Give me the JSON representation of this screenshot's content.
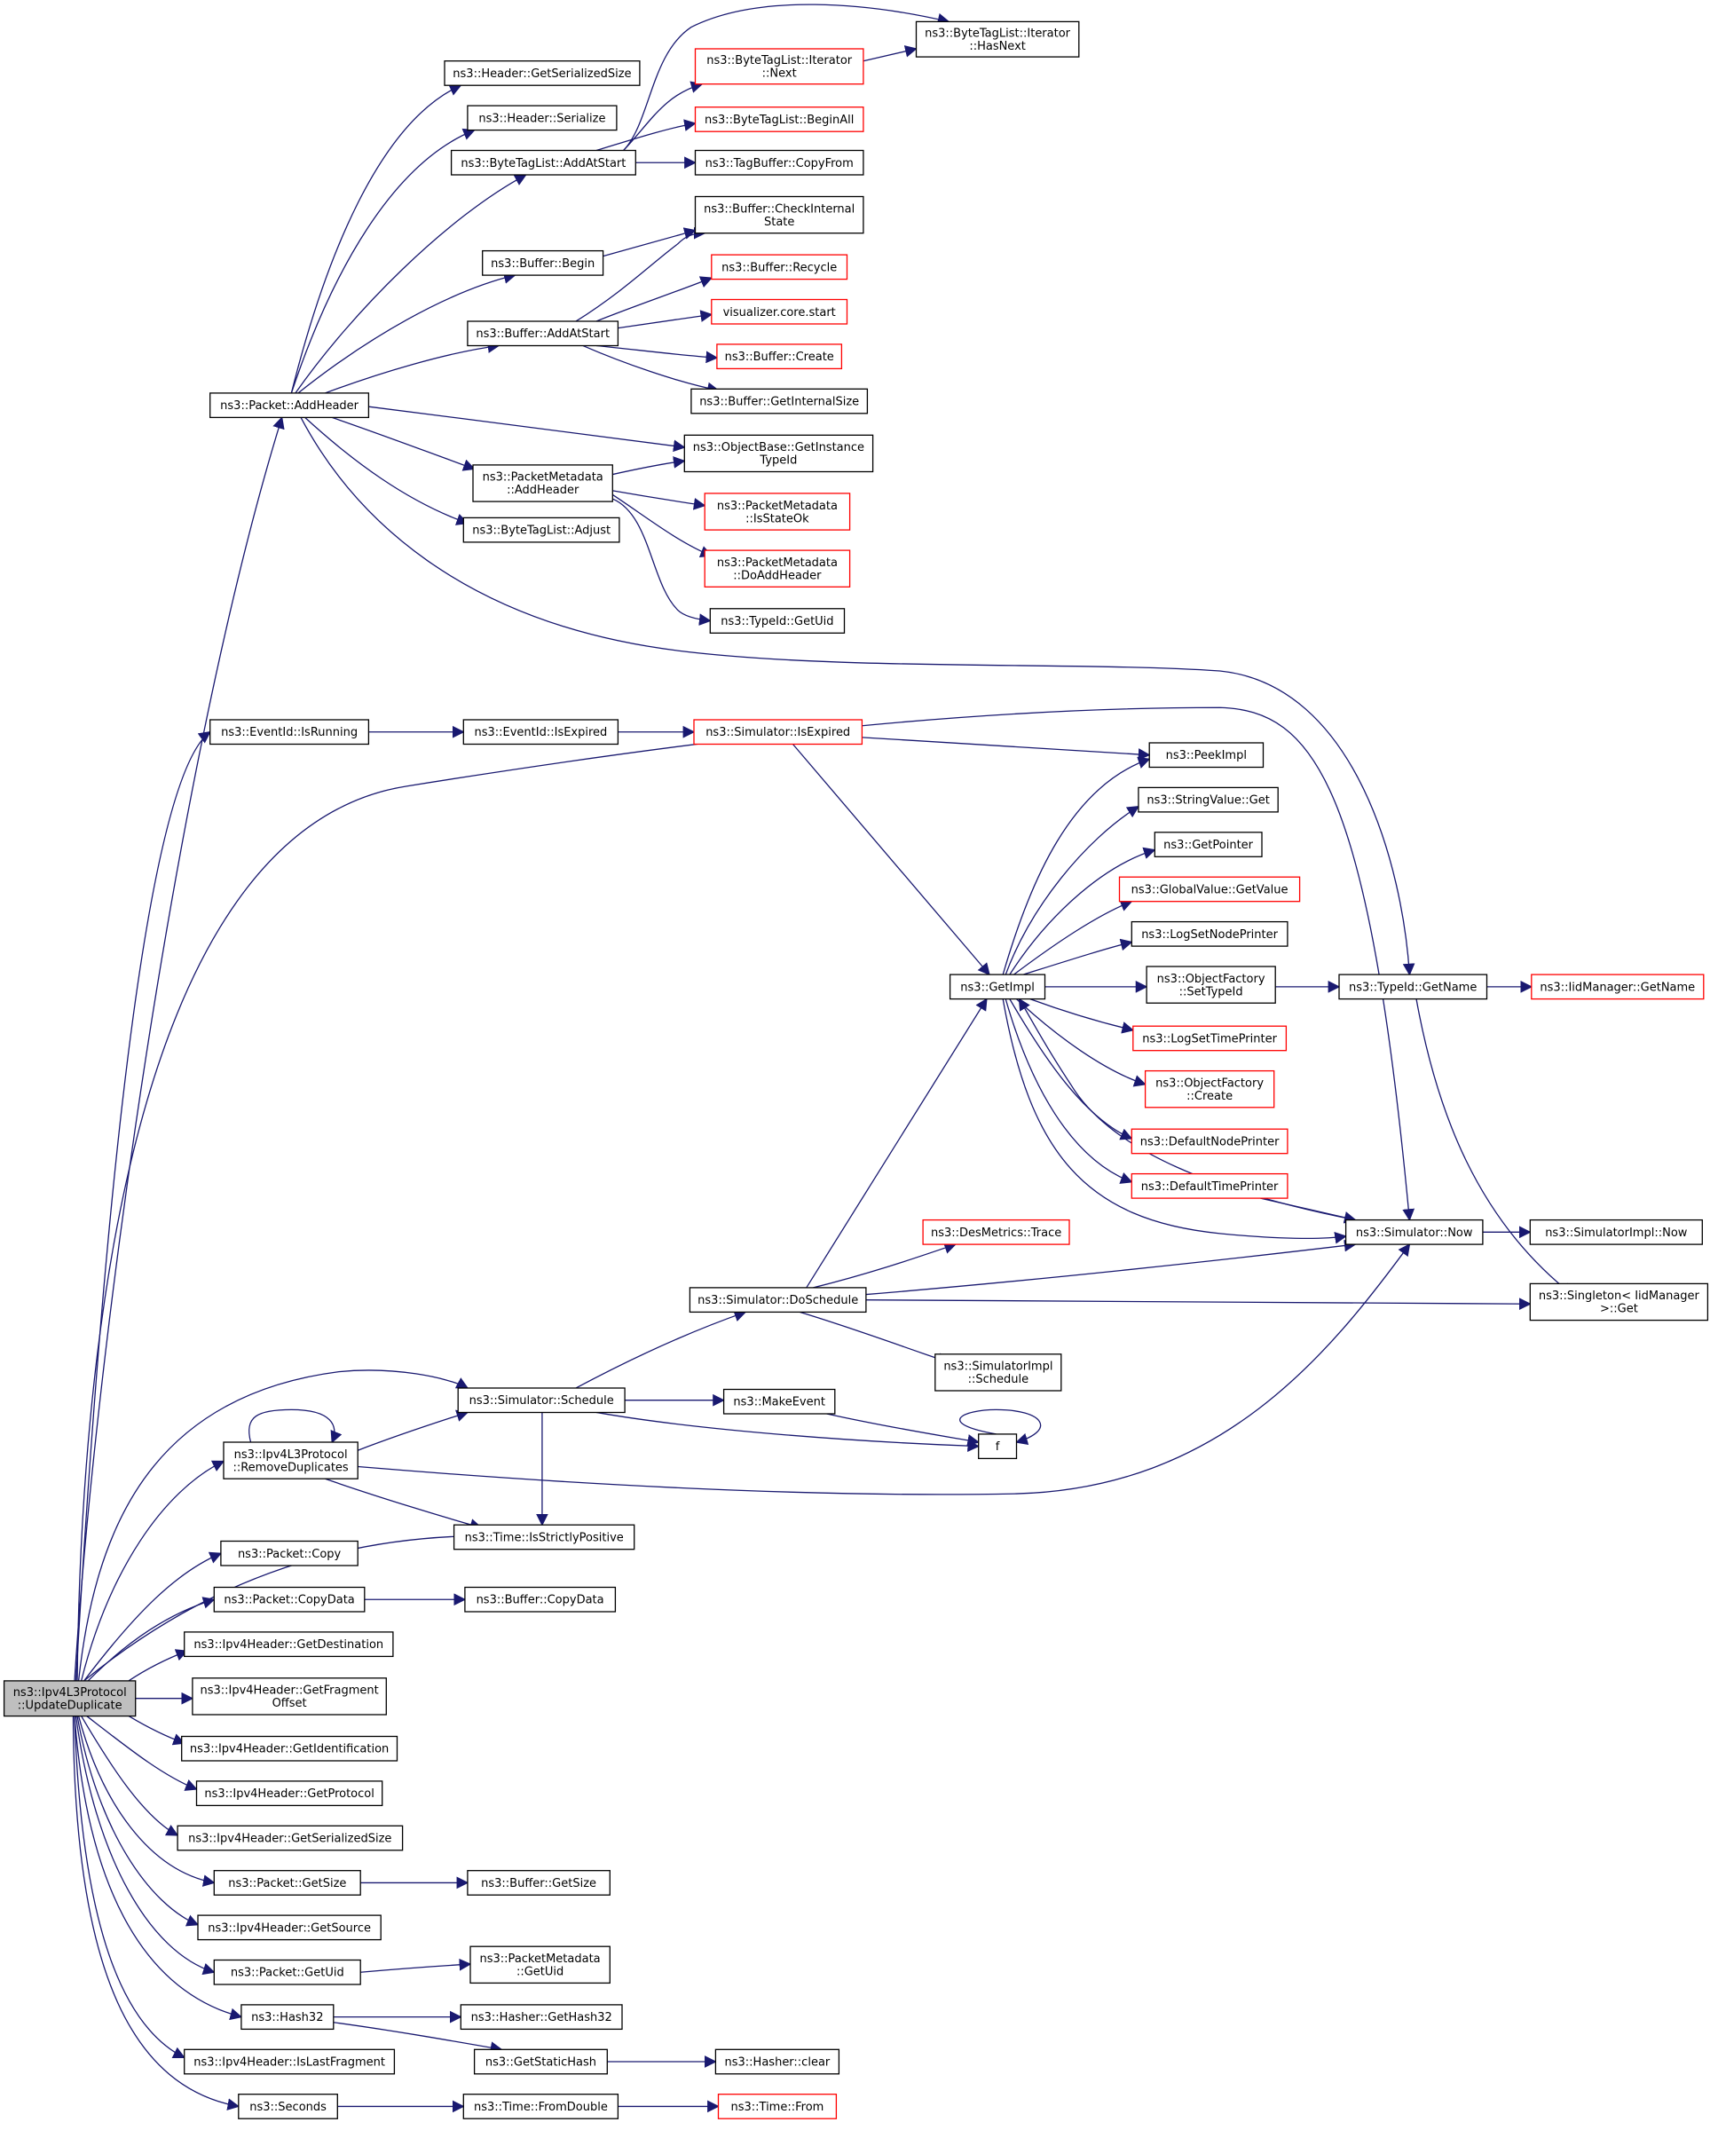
{
  "diagram": {
    "title": "Call graph",
    "nodes": {
      "root": "ns3::Ipv4L3Protocol\n::UpdateDuplicate",
      "hdr_getsersize": "ns3::Header::GetSerializedSize",
      "hdr_serialize": "ns3::Header::Serialize",
      "btl_addatstart": "ns3::ByteTagList::AddAtStart",
      "btl_it_next": "ns3::ByteTagList::Iterator\n::Next",
      "btl_it_hasnext": "ns3::ByteTagList::Iterator\n::HasNext",
      "btl_beginall": "ns3::ByteTagList::BeginAll",
      "tagbuffer_copyfrom": "ns3::TagBuffer::CopyFrom",
      "buf_checkinternal": "ns3::Buffer::CheckInternal\nState",
      "buf_begin": "ns3::Buffer::Begin",
      "buf_recycle": "ns3::Buffer::Recycle",
      "buf_addatstart": "ns3::Buffer::AddAtStart",
      "viz_start": "visualizer.core.start",
      "buf_create": "ns3::Buffer::Create",
      "buf_getinternalsize": "ns3::Buffer::GetInternalSize",
      "pkt_addheader": "ns3::Packet::AddHeader",
      "objbase_getinstance": "ns3::ObjectBase::GetInstance\nTypeId",
      "pm_addheader": "ns3::PacketMetadata\n::AddHeader",
      "pm_isstateok": "ns3::PacketMetadata\n::IsStateOk",
      "pm_doaddheader": "ns3::PacketMetadata\n::DoAddHeader",
      "btl_adjust": "ns3::ByteTagList::Adjust",
      "typeid_getuid": "ns3::TypeId::GetUid",
      "eid_isrunning": "ns3::EventId::IsRunning",
      "eid_isexpired": "ns3::EventId::IsExpired",
      "sim_isexpired": "ns3::Simulator::IsExpired",
      "peekimpl": "ns3::PeekImpl",
      "stringvalue_get": "ns3::StringValue::Get",
      "getpointer": "ns3::GetPointer",
      "gv_getvalue": "ns3::GlobalValue::GetValue",
      "logsetnodeprinter": "ns3::LogSetNodePrinter",
      "getimpl": "ns3::GetImpl",
      "of_settypeid": "ns3::ObjectFactory\n::SetTypeId",
      "typeid_getname": "ns3::TypeId::GetName",
      "iidmgr_getname": "ns3::IidManager::GetName",
      "logsettimeprinter": "ns3::LogSetTimePrinter",
      "of_create": "ns3::ObjectFactory\n::Create",
      "defaultnodeprinter": "ns3::DefaultNodePrinter",
      "defaulttimeprinter": "ns3::DefaultTimePrinter",
      "desmetrics_trace": "ns3::DesMetrics::Trace",
      "sim_now": "ns3::Simulator::Now",
      "simimpl_now": "ns3::SimulatorImpl::Now",
      "sim_doschedule": "ns3::Simulator::DoSchedule",
      "singleton_get": "ns3::Singleton< IidManager\n>::Get",
      "simimpl_schedule": "ns3::SimulatorImpl\n::Schedule",
      "sim_schedule": "ns3::Simulator::Schedule",
      "makeevent": "ns3::MakeEvent",
      "removeduplicates": "ns3::Ipv4L3Protocol\n::RemoveDuplicates",
      "f": "f",
      "time_isstrictlypositive": "ns3::Time::IsStrictlyPositive",
      "pkt_copy": "ns3::Packet::Copy",
      "pkt_copydata": "ns3::Packet::CopyData",
      "buf_copydata": "ns3::Buffer::CopyData",
      "ipv4h_getdestination": "ns3::Ipv4Header::GetDestination",
      "ipv4h_getfragoffset": "ns3::Ipv4Header::GetFragment\nOffset",
      "ipv4h_getident": "ns3::Ipv4Header::GetIdentification",
      "ipv4h_getprotocol": "ns3::Ipv4Header::GetProtocol",
      "ipv4h_getsersize": "ns3::Ipv4Header::GetSerializedSize",
      "pkt_getsize": "ns3::Packet::GetSize",
      "buf_getsize": "ns3::Buffer::GetSize",
      "ipv4h_getsource": "ns3::Ipv4Header::GetSource",
      "pkt_getuid": "ns3::Packet::GetUid",
      "pm_getuid": "ns3::PacketMetadata\n::GetUid",
      "hash32": "ns3::Hash32",
      "hasher_gethash32": "ns3::Hasher::GetHash32",
      "ipv4h_islastfrag": "ns3::Ipv4Header::IsLastFragment",
      "getstatichash": "ns3::GetStaticHash",
      "hasher_clear": "ns3::Hasher::clear",
      "seconds": "ns3::Seconds",
      "time_fromdouble": "ns3::Time::FromDouble",
      "time_from": "ns3::Time::From"
    },
    "edges": [
      [
        "root",
        "pkt_addheader"
      ],
      [
        "root",
        "eid_isrunning"
      ],
      [
        "root",
        "sim_now"
      ],
      [
        "root",
        "sim_schedule"
      ],
      [
        "root",
        "removeduplicates"
      ],
      [
        "root",
        "time_isstrictlypositive"
      ],
      [
        "root",
        "pkt_copy"
      ],
      [
        "root",
        "pkt_copydata"
      ],
      [
        "root",
        "ipv4h_getdestination"
      ],
      [
        "root",
        "ipv4h_getfragoffset"
      ],
      [
        "root",
        "ipv4h_getident"
      ],
      [
        "root",
        "ipv4h_getprotocol"
      ],
      [
        "root",
        "ipv4h_getsersize"
      ],
      [
        "root",
        "pkt_getsize"
      ],
      [
        "root",
        "ipv4h_getsource"
      ],
      [
        "root",
        "pkt_getuid"
      ],
      [
        "root",
        "hash32"
      ],
      [
        "root",
        "ipv4h_islastfrag"
      ],
      [
        "root",
        "seconds"
      ],
      [
        "pkt_addheader",
        "hdr_getsersize"
      ],
      [
        "pkt_addheader",
        "hdr_serialize"
      ],
      [
        "pkt_addheader",
        "btl_addatstart"
      ],
      [
        "pkt_addheader",
        "buf_begin"
      ],
      [
        "pkt_addheader",
        "buf_addatstart"
      ],
      [
        "pkt_addheader",
        "objbase_getinstance"
      ],
      [
        "pkt_addheader",
        "pm_addheader"
      ],
      [
        "pkt_addheader",
        "btl_adjust"
      ],
      [
        "pkt_addheader",
        "typeid_getname"
      ],
      [
        "btl_addatstart",
        "btl_it_hasnext"
      ],
      [
        "btl_addatstart",
        "btl_it_next"
      ],
      [
        "btl_addatstart",
        "btl_beginall"
      ],
      [
        "btl_addatstart",
        "tagbuffer_copyfrom"
      ],
      [
        "btl_it_next",
        "btl_it_hasnext"
      ],
      [
        "buf_begin",
        "buf_checkinternal"
      ],
      [
        "buf_addatstart",
        "buf_checkinternal"
      ],
      [
        "buf_addatstart",
        "buf_recycle"
      ],
      [
        "buf_addatstart",
        "viz_start"
      ],
      [
        "buf_addatstart",
        "buf_create"
      ],
      [
        "buf_addatstart",
        "buf_getinternalsize"
      ],
      [
        "pm_addheader",
        "objbase_getinstance"
      ],
      [
        "pm_addheader",
        "pm_isstateok"
      ],
      [
        "pm_addheader",
        "pm_doaddheader"
      ],
      [
        "pm_addheader",
        "typeid_getuid"
      ],
      [
        "eid_isrunning",
        "eid_isexpired"
      ],
      [
        "eid_isexpired",
        "sim_isexpired"
      ],
      [
        "sim_isexpired",
        "peekimpl"
      ],
      [
        "sim_isexpired",
        "getimpl"
      ],
      [
        "getimpl",
        "peekimpl"
      ],
      [
        "getimpl",
        "stringvalue_get"
      ],
      [
        "getimpl",
        "getpointer"
      ],
      [
        "getimpl",
        "gv_getvalue"
      ],
      [
        "getimpl",
        "logsetnodeprinter"
      ],
      [
        "getimpl",
        "of_settypeid"
      ],
      [
        "getimpl",
        "logsettimeprinter"
      ],
      [
        "getimpl",
        "of_create"
      ],
      [
        "getimpl",
        "defaultnodeprinter"
      ],
      [
        "getimpl",
        "defaulttimeprinter"
      ],
      [
        "getimpl",
        "sim_now"
      ],
      [
        "of_settypeid",
        "typeid_getname"
      ],
      [
        "typeid_getname",
        "iidmgr_getname"
      ],
      [
        "typeid_getname",
        "singleton_get"
      ],
      [
        "defaulttimeprinter",
        "sim_now"
      ],
      [
        "sim_now",
        "simimpl_now"
      ],
      [
        "sim_now",
        "getimpl"
      ],
      [
        "sim_doschedule",
        "getimpl"
      ],
      [
        "sim_doschedule",
        "desmetrics_trace"
      ],
      [
        "sim_doschedule",
        "sim_now"
      ],
      [
        "sim_doschedule",
        "singleton_get"
      ],
      [
        "sim_doschedule",
        "simimpl_schedule"
      ],
      [
        "sim_schedule",
        "sim_doschedule"
      ],
      [
        "sim_schedule",
        "makeevent"
      ],
      [
        "sim_schedule",
        "f"
      ],
      [
        "sim_schedule",
        "time_isstrictlypositive"
      ],
      [
        "makeevent",
        "f"
      ],
      [
        "f",
        "f"
      ],
      [
        "removeduplicates",
        "removeduplicates"
      ],
      [
        "removeduplicates",
        "sim_schedule"
      ],
      [
        "removeduplicates",
        "sim_now"
      ],
      [
        "removeduplicates",
        "time_isstrictlypositive"
      ],
      [
        "pkt_copydata",
        "buf_copydata"
      ],
      [
        "pkt_getsize",
        "buf_getsize"
      ],
      [
        "pkt_getuid",
        "pm_getuid"
      ],
      [
        "hash32",
        "hasher_gethash32"
      ],
      [
        "hash32",
        "getstatichash"
      ],
      [
        "getstatichash",
        "hasher_clear"
      ],
      [
        "seconds",
        "time_fromdouble"
      ],
      [
        "time_fromdouble",
        "time_from"
      ]
    ]
  }
}
